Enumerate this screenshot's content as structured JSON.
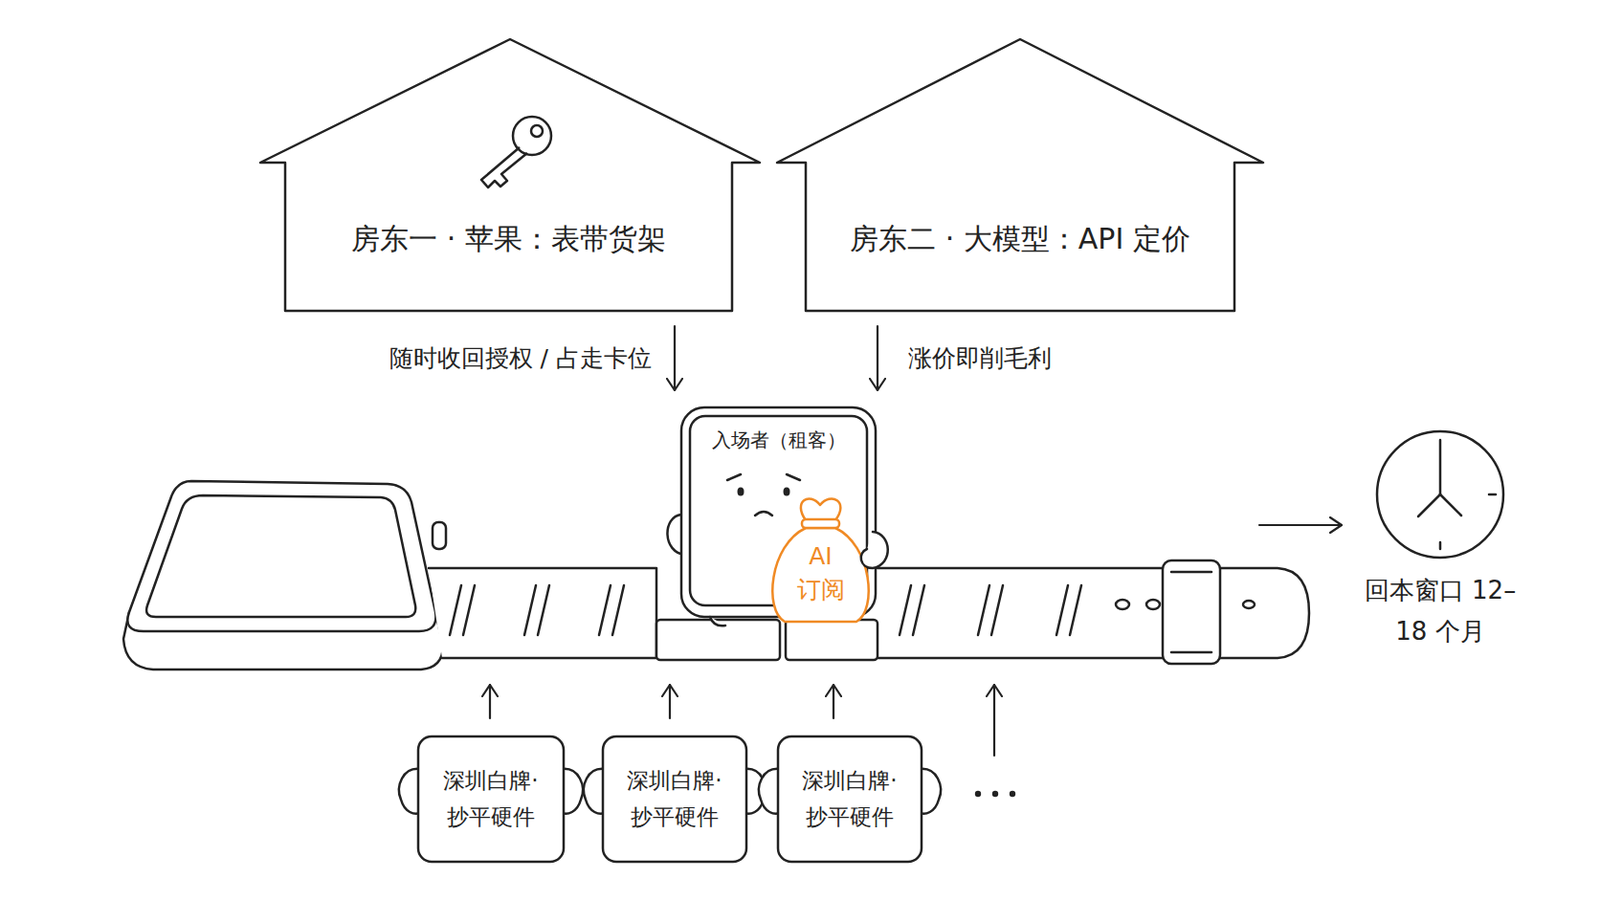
{
  "diagram": {
    "nodes": [
      {
        "text": [
          "房东一 · 苹果：表带货架"
        ]
      },
      {
        "text": [
          "房东二 · 大模型：API 定价"
        ]
      },
      {
        "text": [
          "入场者（租客）"
        ]
      },
      {
        "text": [
          "AI 订阅"
        ],
        "in": 2
      },
      {
        "text": [
          "深圳白牌· 抄平硬件"
        ]
      },
      {
        "text": [
          "深圳白牌· 抄平硬件"
        ]
      },
      {
        "text": [
          "深圳白牌· 抄平硬件"
        ]
      },
      {
        "text": [
          "回本窗口 12–18 个月"
        ]
      }
    ],
    "edges": [
      {
        "from": 0,
        "to": 2,
        "arrow": "to",
        "label": "随时收回授权 / 占走卡位"
      },
      {
        "from": 1,
        "to": 2,
        "arrow": "to",
        "label": "涨价即削毛利"
      }
    ]
  }
}
